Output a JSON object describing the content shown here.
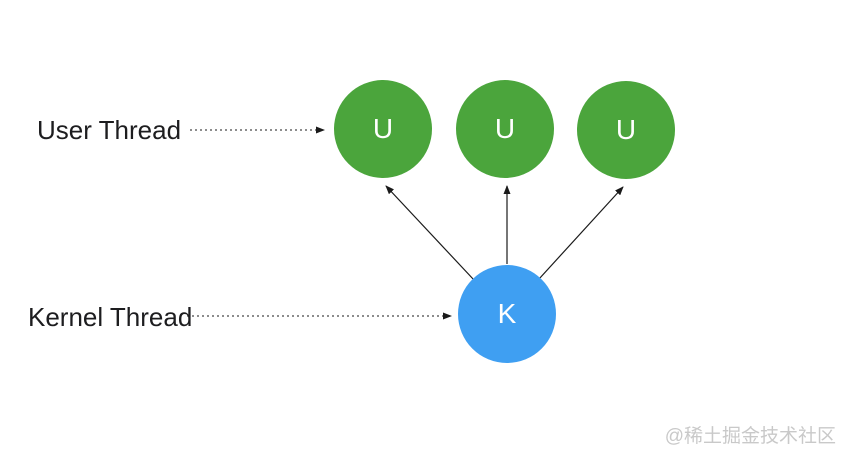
{
  "diagram": {
    "title_hint": "many-to-one thread model",
    "labels": {
      "user_thread": "User Thread",
      "kernel_thread": "Kernel Thread"
    },
    "nodes": {
      "user_threads": [
        {
          "label": "U"
        },
        {
          "label": "U"
        },
        {
          "label": "U"
        }
      ],
      "kernel_thread": {
        "label": "K"
      }
    },
    "colors": {
      "user_thread_fill": "#4BA53C",
      "kernel_thread_fill": "#3F9FF2",
      "node_text": "#FFFFFF",
      "label_text": "#1D1D1F",
      "arrow": "#1A1A1A",
      "watermark": "#C9C9C9"
    },
    "watermark": "@稀土掘金技术社区"
  }
}
